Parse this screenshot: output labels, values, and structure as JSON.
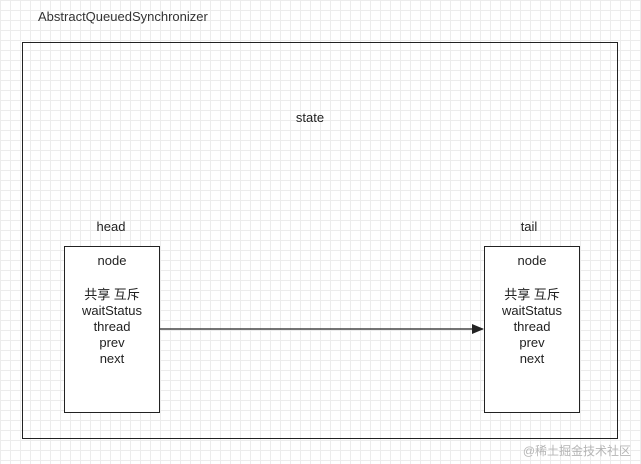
{
  "diagram": {
    "title": "AbstractQueuedSynchronizer",
    "state_label": "state",
    "head_label": "head",
    "tail_label": "tail",
    "nodes": [
      {
        "title": "node",
        "fields": [
          "共享  互斥",
          "waitStatus",
          "thread",
          "prev",
          "next"
        ]
      },
      {
        "title": "node",
        "fields": [
          "共享  互斥",
          "waitStatus",
          "thread",
          "prev",
          "next"
        ]
      }
    ],
    "connector": {
      "from": "head node",
      "to": "tail node",
      "color": "#222222"
    }
  },
  "watermark": "@稀土掘金技术社区",
  "colors": {
    "line": "#222222",
    "grid": "#ececec",
    "watermark": "#b5b5b5"
  }
}
